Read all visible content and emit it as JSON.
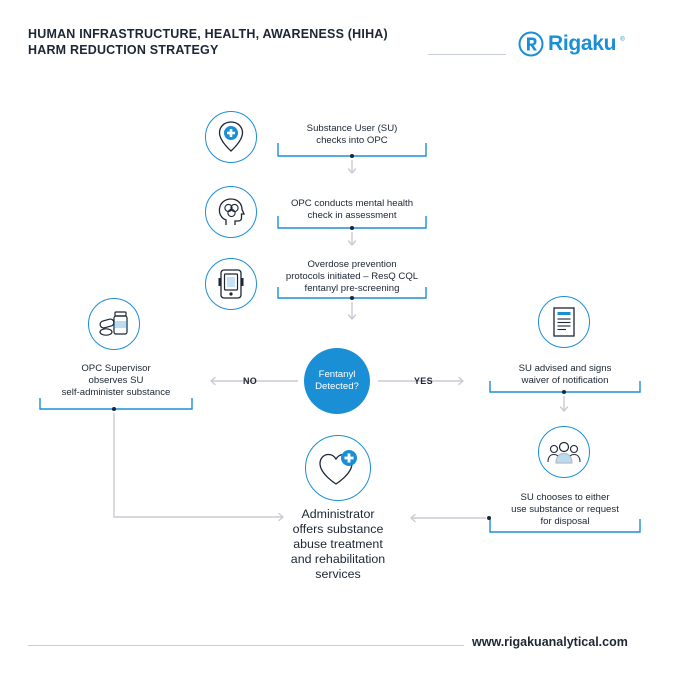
{
  "header": {
    "title_line1": "HUMAN INFRASTRUCTURE, HEALTH, AWARENESS (HIHA)",
    "title_line2": "HARM REDUCTION STRATEGY",
    "logo_text": "Rigaku",
    "logo_mark": "®"
  },
  "steps": {
    "check_in": {
      "line1": "Substance User (SU)",
      "line2": "checks into OPC",
      "icon": "map-pin-medical-cross-icon"
    },
    "mental_health": {
      "line1": "OPC conducts mental health",
      "line2": "check in assessment",
      "icon": "head-brain-icon"
    },
    "overdose": {
      "line1": "Overdose prevention",
      "line2": "protocols initiated – ResQ CQL",
      "line3": "fentanyl pre-screening",
      "icon": "handheld-analyzer-icon"
    },
    "supervisor": {
      "line1": "OPC Supervisor",
      "line2": "observes SU",
      "line3": "self-administer substance",
      "icon": "pills-bottle-icon"
    },
    "waiver": {
      "line1": "SU advised and signs",
      "line2": "waiver of notification",
      "icon": "document-icon"
    },
    "choice": {
      "line1": "SU chooses to either",
      "line2": "use substance or request",
      "line3": "for disposal",
      "icon": "people-group-icon"
    }
  },
  "decision": {
    "line1": "Fentanyl",
    "line2": "Detected?",
    "no_label": "NO",
    "yes_label": "YES"
  },
  "final": {
    "line1": "Administrator",
    "line2": "offers substance",
    "line3": "abuse treatment",
    "line4": "and rehabilitation",
    "line5": "services",
    "icon": "heart-plus-icon"
  },
  "footer": {
    "url": "www.rigakuanalytical.com"
  },
  "colors": {
    "accent": "#1b8fd6",
    "text": "#1c2634",
    "connector": "#c8ccd2"
  }
}
